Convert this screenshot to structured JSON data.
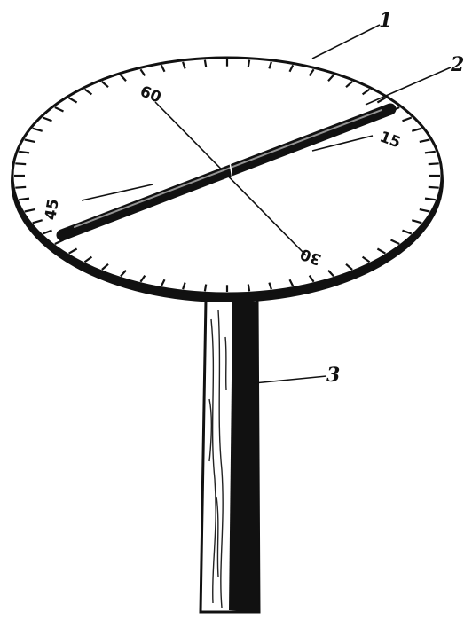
{
  "callouts": {
    "dial": "1",
    "rod": "2",
    "post": "3"
  },
  "scale_labels": {
    "top": "60",
    "right": "15",
    "left": "45",
    "bottom": "30"
  },
  "colors": {
    "ink": "#111111",
    "background": "#ffffff",
    "dial_face": "#ffffff"
  }
}
